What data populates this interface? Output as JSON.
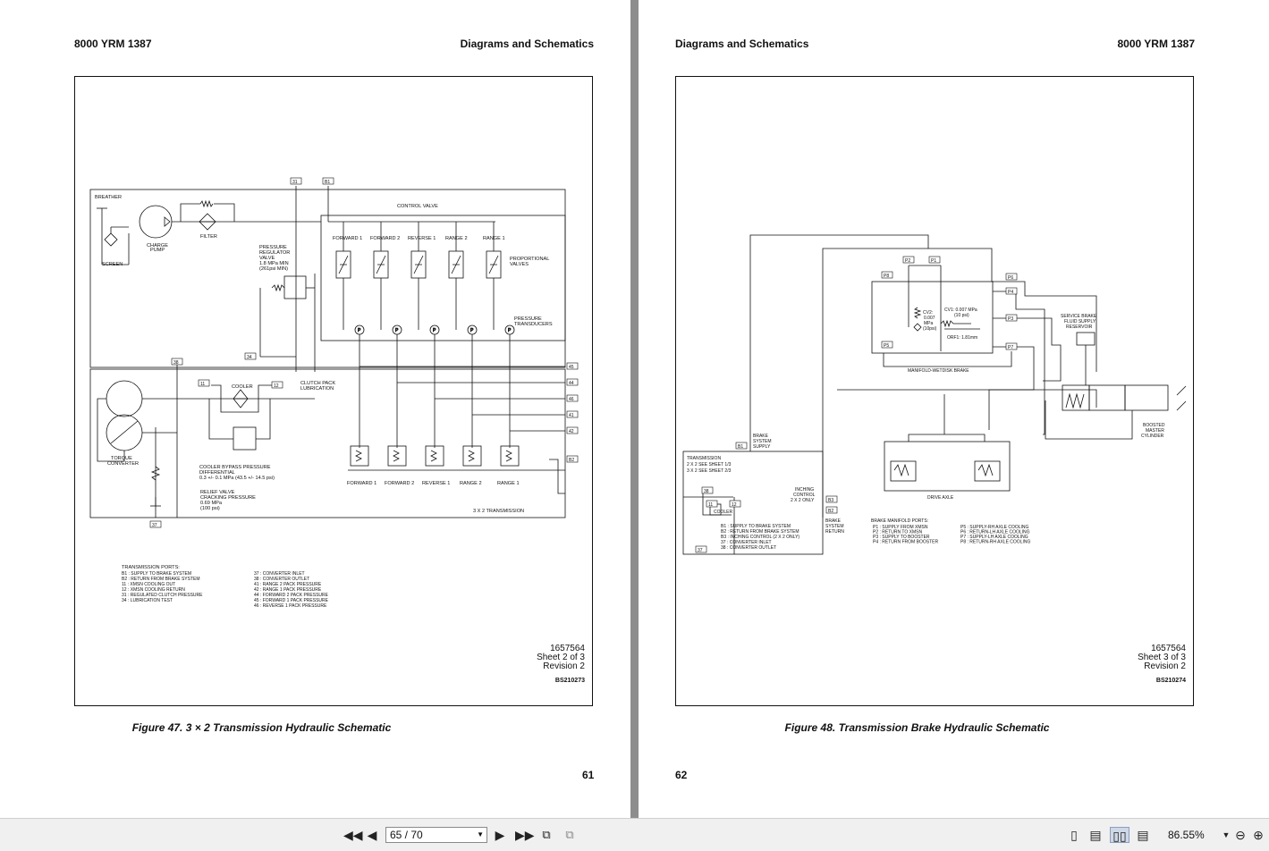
{
  "left_page": {
    "header_left": "8000 YRM 1387",
    "header_right": "Diagrams and Schematics",
    "caption": "Figure 47. 3 × 2 Transmission Hydraulic Schematic",
    "page_number": "61",
    "stamp": {
      "number": "1657564",
      "sheet": "Sheet 2 of 3",
      "revision": "Revision 2",
      "code": "BS210273"
    },
    "diagram": {
      "port_tags": [
        "31",
        "B1",
        "38",
        "34",
        "11",
        "12",
        "37",
        "45",
        "44",
        "46",
        "41",
        "42",
        "B2"
      ],
      "labels": {
        "breather": "BREATHER",
        "screen": "SCREEN",
        "charge_pump": "CHARGE",
        "charge_pump_2": "PUMP",
        "filter": "FILTER",
        "control_valve": "CONTROL VALVE",
        "pressure_regulator": [
          "PRESSURE",
          "REGULATOR",
          "VALVE",
          "1.8 MPa MIN",
          "(261psi MIN)"
        ],
        "valves": [
          "FORWARD 1",
          "FORWARD 2",
          "REVERSE 1",
          "RANGE 2",
          "RANGE 1"
        ],
        "proportional_valves": [
          "PROPORTIONAL",
          "VALVES"
        ],
        "pressure_transducers": [
          "PRESSURE",
          "TRANSDUCERS"
        ],
        "cooler": "COOLER",
        "clutch_pack": [
          "CLUTCH PACK",
          "LUBRICATION"
        ],
        "torque_converter": [
          "TORQUE",
          "CONVERTER"
        ],
        "cooler_bypass": [
          "COOLER BYPASS PRESSURE",
          "DIFFERENTIAL",
          "0.3 +/- 0.1 MPa (43.5 +/- 14.5 psi)"
        ],
        "relief_valve": [
          "RELIEF VALVE",
          "CRACKING PRESSURE",
          "0.69 MPa",
          "(100 psi)"
        ],
        "packs": [
          "FORWARD 1",
          "FORWARD 2",
          "REVERSE 1",
          "RANGE 2",
          "RANGE 1"
        ],
        "transmission_type": "3 X 2 TRANSMISSION"
      },
      "ports_title": "TRANSMISSION PORTS:",
      "ports_col1": [
        "B1 : SUPPLY TO BRAKE SYSTEM",
        "B2 : RETURN FROM BRAKE SYSTEM",
        "11 : XMSN COOLING OUT",
        "12 : XMSN COOLING RETURN",
        "31 : REGULATED CLUTCH PRESSURE",
        "34 : LUBRICATION TEST"
      ],
      "ports_col2": [
        "37 : CONVERTER INLET",
        "38 : CONVERTER OUTLET",
        "41 : RANGE 2 PACK PRESSURE",
        "42 : RANGE 1 PACK PRESSURE",
        "44 : FORWARD 2 PACK PRESSURE",
        "45 : FORWARD 1 PACK PRESSURE",
        "46 : REVERSE 1 PACK PRESSURE"
      ]
    }
  },
  "right_page": {
    "header_left": "Diagrams and Schematics",
    "header_right": "8000 YRM 1387",
    "caption": "Figure 48. Transmission Brake Hydraulic Schematic",
    "page_number": "62",
    "stamp": {
      "number": "1657564",
      "sheet": "Sheet 3 of 3",
      "revision": "Revision 2",
      "code": "BS210274"
    },
    "diagram": {
      "port_tags": [
        "P2",
        "P1",
        "P8",
        "P6",
        "P4",
        "P3",
        "P5",
        "P7",
        "B1",
        "38",
        "11",
        "12",
        "B3",
        "B2",
        "37"
      ],
      "labels": {
        "cv2": [
          "CV2:",
          "0.007",
          "MPa",
          "(10psi)"
        ],
        "cv1": [
          "CV1: 0.007 MPa",
          "(10 psi)"
        ],
        "orf1": "ORF1: 1.81mm",
        "manifold": "MANIFOLD-WETDISK BRAKE",
        "service_brake": [
          "SERVICE BRAKE",
          "FLUID SUPPLY",
          "RESERVOIR"
        ],
        "boosted_master": [
          "BOOSTED",
          "MASTER",
          "CYLINDER"
        ],
        "brake_supply": [
          "BRAKE",
          "SYSTEM",
          "SUPPLY"
        ],
        "transmission": [
          "TRANSMISSION",
          "2 X 2 SEE SHEET 1/3",
          "3 X 2 SEE SHEET 2/3"
        ],
        "cooler": "COOLER",
        "inching": [
          "INCHING",
          "CONTROL",
          "2 X 2 ONLY"
        ],
        "brake_return": [
          "BRAKE",
          "SYSTEM",
          "RETURN"
        ],
        "drive_axle": "DRIVE AXLE"
      },
      "trans_ports": [
        "B1 : SUPPLY TO BRAKE SYSTEM",
        "B2 : RETURN FROM BRAKE SYSTEM",
        "B3 : INCHING CONTROL (2 X 2 ONLY)",
        "37 : CONVERTER INLET",
        "38 : CONVERTER OUTLET"
      ],
      "manifold_title": "BRAKE MANIFOLD PORTS:",
      "manifold_col1": [
        "P1 : SUPPLY FROM XMSN",
        "P2 : RETURN TO XMSN",
        "P3 : SUPPLY TO BOOSTER",
        "P4 : RETURN FROM BOOSTER"
      ],
      "manifold_col2": [
        "P5 : SUPPLY-RH AXLE COOLING",
        "P6 : RETURN-LH AXLE COOLING",
        "P7 : SUPPLY-LH AXLE COOLING",
        "P8 : RETURN-RH AXLE COOLING"
      ]
    }
  },
  "toolbar": {
    "first_icon": "first-page-icon",
    "prev_icon": "prev-page-icon",
    "page_field": "65 / 70",
    "next_icon": "next-page-icon",
    "last_icon": "last-page-icon",
    "zoom": "86.55%"
  }
}
